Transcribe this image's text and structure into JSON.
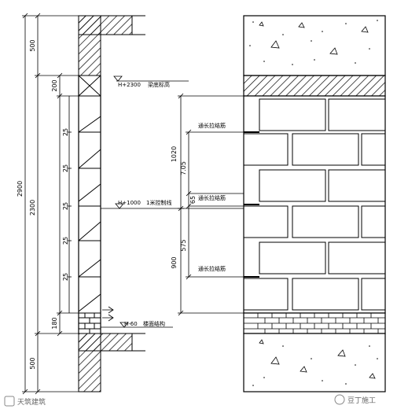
{
  "dimensions": {
    "total": "2900",
    "wall_height": "2300",
    "top_slab": "500",
    "bottom_slab": "500",
    "beam_gap": "200",
    "base_course": "180",
    "upper_block": "1020",
    "lower_block": "900",
    "left_segments": [
      "25",
      "25",
      "25",
      "25",
      "25"
    ],
    "right_upper": "7.05",
    "right_mid": "65",
    "right_lower": "575"
  },
  "labels": {
    "top_elev": "H+2300",
    "top_note": "梁底标高",
    "mid_elev": "H+1000",
    "mid_note": "1米控制线",
    "bottom_elev": "H-60",
    "bottom_note": "楼面结构",
    "tie_1": "通长拉结筋",
    "tie_2": "通长拉结筋",
    "tie_3": "通长拉结筋"
  },
  "watermark_left": "天筑建筑",
  "watermark_right": "豆丁施工",
  "colors": {
    "line": "#000000",
    "hatch": "#000000",
    "bg": "#ffffff"
  }
}
